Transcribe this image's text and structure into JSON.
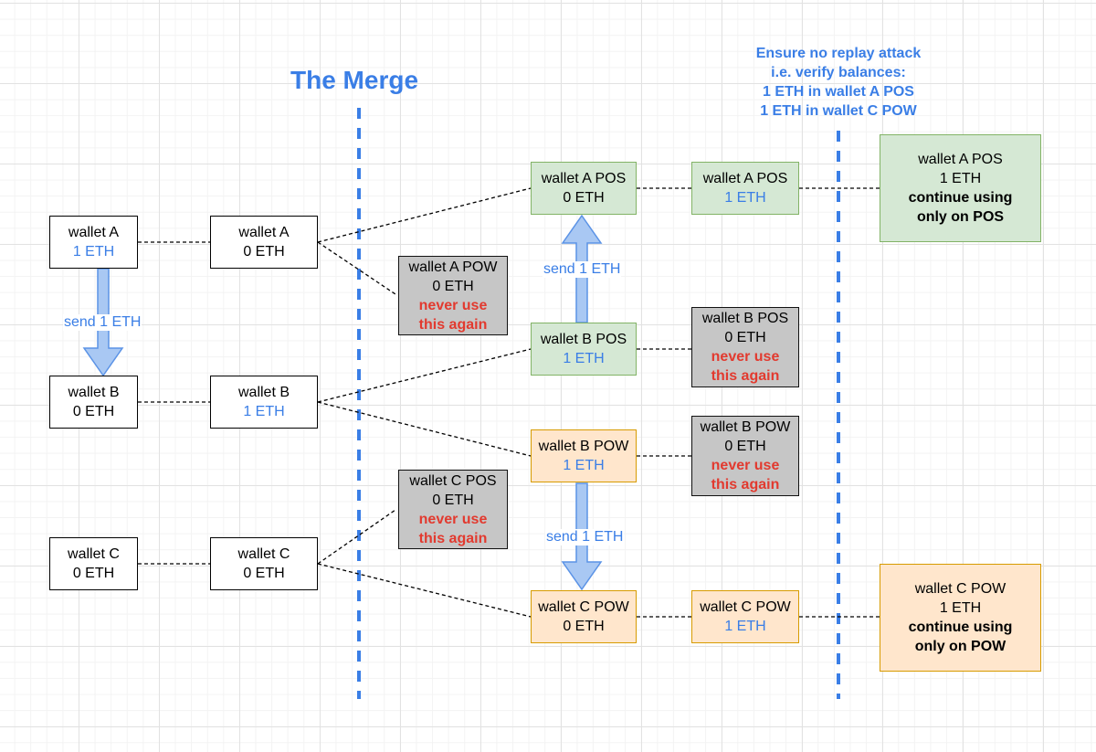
{
  "title": "The Merge",
  "note": [
    "Ensure no replay attack",
    "i.e. verify balances:",
    "1 ETH in wallet A POS",
    "1 ETH in wallet C POW"
  ],
  "send_label": "send 1 ETH",
  "colors": {
    "accent_blue": "#3a7ee6",
    "warning_red": "#e23a2f",
    "pos_fill": "#d5e8d4",
    "pow_fill": "#ffe6cc",
    "abandoned_fill": "#c6c6c6"
  },
  "boxes": [
    {
      "id": "wallet-a-start",
      "style": "white",
      "lines": [
        {
          "t": "wallet A"
        },
        {
          "t": "1 ETH",
          "c": "blue"
        }
      ]
    },
    {
      "id": "wallet-a-premerge",
      "style": "white",
      "lines": [
        {
          "t": "wallet A"
        },
        {
          "t": "0 ETH"
        }
      ]
    },
    {
      "id": "wallet-b-start",
      "style": "white",
      "lines": [
        {
          "t": "wallet B"
        },
        {
          "t": "0 ETH"
        }
      ]
    },
    {
      "id": "wallet-b-premerge",
      "style": "white",
      "lines": [
        {
          "t": "wallet B"
        },
        {
          "t": "1 ETH",
          "c": "blue"
        }
      ]
    },
    {
      "id": "wallet-c-start",
      "style": "white",
      "lines": [
        {
          "t": "wallet C"
        },
        {
          "t": "0 ETH"
        }
      ]
    },
    {
      "id": "wallet-c-premerge",
      "style": "white",
      "lines": [
        {
          "t": "wallet C"
        },
        {
          "t": "0 ETH"
        }
      ]
    },
    {
      "id": "wallet-a-pow",
      "style": "gray",
      "lines": [
        {
          "t": "wallet A POW"
        },
        {
          "t": "0 ETH"
        },
        {
          "t": "never use",
          "c": "red"
        },
        {
          "t": "this again",
          "c": "red"
        }
      ]
    },
    {
      "id": "wallet-c-pos",
      "style": "gray",
      "lines": [
        {
          "t": "wallet C POS"
        },
        {
          "t": "0 ETH"
        },
        {
          "t": "never use",
          "c": "red"
        },
        {
          "t": "this again",
          "c": "red"
        }
      ]
    },
    {
      "id": "wallet-a-pos",
      "style": "green",
      "lines": [
        {
          "t": "wallet A POS"
        },
        {
          "t": "0 ETH"
        }
      ]
    },
    {
      "id": "wallet-b-pos",
      "style": "green",
      "lines": [
        {
          "t": "wallet B POS"
        },
        {
          "t": "1 ETH",
          "c": "blue"
        }
      ]
    },
    {
      "id": "wallet-b-pow",
      "style": "orange",
      "lines": [
        {
          "t": "wallet B POW"
        },
        {
          "t": "1 ETH",
          "c": "blue"
        }
      ]
    },
    {
      "id": "wallet-c-pow",
      "style": "orange",
      "lines": [
        {
          "t": "wallet C POW"
        },
        {
          "t": "0 ETH"
        }
      ]
    },
    {
      "id": "wallet-a-pos-after",
      "style": "green",
      "lines": [
        {
          "t": "wallet A POS"
        },
        {
          "t": "1 ETH",
          "c": "blue"
        }
      ]
    },
    {
      "id": "wallet-b-pos-abandoned",
      "style": "gray",
      "lines": [
        {
          "t": "wallet B POS"
        },
        {
          "t": "0 ETH"
        },
        {
          "t": "never use",
          "c": "red"
        },
        {
          "t": "this again",
          "c": "red"
        }
      ]
    },
    {
      "id": "wallet-b-pow-abandoned",
      "style": "gray",
      "lines": [
        {
          "t": "wallet B POW"
        },
        {
          "t": "0 ETH"
        },
        {
          "t": "never use",
          "c": "red"
        },
        {
          "t": "this again",
          "c": "red"
        }
      ]
    },
    {
      "id": "wallet-c-pow-after",
      "style": "orange",
      "lines": [
        {
          "t": "wallet C POW"
        },
        {
          "t": "1 ETH",
          "c": "blue"
        }
      ]
    },
    {
      "id": "wallet-a-pos-final",
      "style": "green",
      "lines": [
        {
          "t": "wallet A POS"
        },
        {
          "t": "1 ETH"
        },
        {
          "t": "continue using",
          "c": "bold"
        },
        {
          "t": "only on POS",
          "c": "bold"
        }
      ]
    },
    {
      "id": "wallet-c-pow-final",
      "style": "orange",
      "lines": [
        {
          "t": "wallet C POW"
        },
        {
          "t": "1 ETH"
        },
        {
          "t": "continue using",
          "c": "bold"
        },
        {
          "t": "only on POW",
          "c": "bold"
        }
      ]
    }
  ]
}
